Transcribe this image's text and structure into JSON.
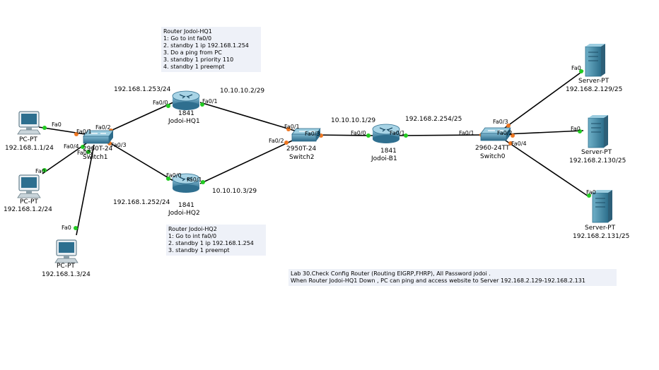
{
  "devices": {
    "pc1": {
      "type": "PC-PT",
      "ip": "192.168.1.1/24"
    },
    "pc2": {
      "type": "PC-PT",
      "ip": "192.168.1.2/24"
    },
    "pc3": {
      "type": "PC-PT",
      "ip": "192.168.1.3/24"
    },
    "switch1": {
      "model": "2960T-24",
      "name": "Switch1"
    },
    "hq1": {
      "model": "1841",
      "name": "Jodoi-HQ1",
      "ip_lan": "192.168.1.253/24",
      "ip_wan": "10.10.10.2/29"
    },
    "hq2": {
      "model": "1841",
      "name": "Jodoi-HQ2",
      "ip_lan": "192.168.1.252/24",
      "ip_wan": "10.10.10.3/29"
    },
    "switch2": {
      "model": "2950T-24",
      "name": "Switch2"
    },
    "b1": {
      "model": "1841",
      "name": "Jodoi-B1",
      "ip_wan": "10.10.10.1/29",
      "ip_lan": "192.168.2.254/25"
    },
    "switch0": {
      "model": "2960-24TT",
      "name": "Switch0"
    },
    "srv1": {
      "type": "Server-PT",
      "ip": "192.168.2.129/25"
    },
    "srv2": {
      "type": "Server-PT",
      "ip": "192.168.2.130/25"
    },
    "srv3": {
      "type": "Server-PT",
      "ip": "192.168.2.131/25"
    }
  },
  "ports": {
    "pc1_fa0": "Fa0",
    "pc2_fa0": "Fa0",
    "pc3_fa0": "Fa0",
    "sw1_fa0_1": "Fa0/1",
    "sw1_fa0_4": "Fa0/4",
    "sw1_fa0_5": "Fa0/5",
    "sw1_fa0_2": "Fa0/2",
    "sw1_fa0_3": "Fa0/3",
    "hq1_fa0_0": "Fa0/0",
    "hq1_fa0_1": "Fa0/1",
    "hq2_fa0_0": "Fa0/0",
    "hq2_fa0_1": "Fa0/1",
    "sw2_fa0_1": "Fa0/1",
    "sw2_fa0_2": "Fa0/2",
    "sw2_fa0_3": "Fa0/3",
    "b1_fa0_0": "Fa0/0",
    "b1_fa0_1": "Fa0/1",
    "sw0_fa0_1": "Fa0/1",
    "sw0_fa0_2": "Fa0/2",
    "sw0_fa0_3": "Fa0/3",
    "sw0_fa0_4": "Fa0/4",
    "srv1_fa0": "Fa0",
    "srv2_fa0": "Fa0",
    "srv3_fa0": "Fa0"
  },
  "notes": {
    "hq1": [
      "Router Jodoi-HQ1",
      "1: Go to int fa0/0",
      "2. standby 1 ip 192.168.1.254",
      "3. Do a ping from PC",
      "3. standby 1 priority 110",
      "4. standby 1 preempt"
    ],
    "hq2": [
      "Router Jodoi-HQ2",
      "1: Go to int fa0/0",
      "2. standby 1 ip 192.168.1.254",
      "3. standby 1 preempt"
    ],
    "lab": [
      "Lab 30.Check Config Router (Routing EIGRP,FHRP), All Password jodoi .",
      "When Router Jodoi-HQ1 Down , PC can ping and access website to Server 192.168.2.129-192.168.2.131"
    ]
  },
  "colors": {
    "link": "#000000",
    "port_up": "#22cc22",
    "port_pending": "#ee7722",
    "router": "#4a88a8",
    "switch": "#3a7fa0",
    "server": "#4a8fa8",
    "note_bg": "#eef1f8"
  }
}
